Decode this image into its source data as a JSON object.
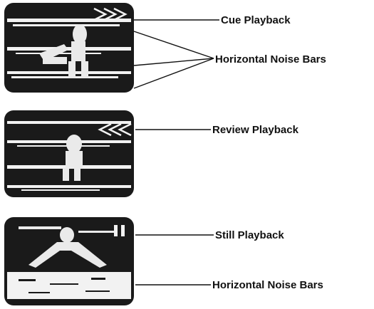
{
  "labels": {
    "cue_playback": "Cue Playback",
    "horizontal_noise_bars_1": "Horizontal Noise Bars",
    "review_playback": "Review Playback",
    "still_playback": "Still Playback",
    "horizontal_noise_bars_2": "Horizontal Noise Bars"
  },
  "icons": {
    "cue_indicator": "forward-arrows-icon",
    "review_indicator": "rewind-arrows-icon",
    "still_indicator": "pause-bars-icon"
  },
  "colors": {
    "ink": "#111111",
    "screen_dark": "#1a1a1a",
    "noise": "#f2f2f2"
  }
}
